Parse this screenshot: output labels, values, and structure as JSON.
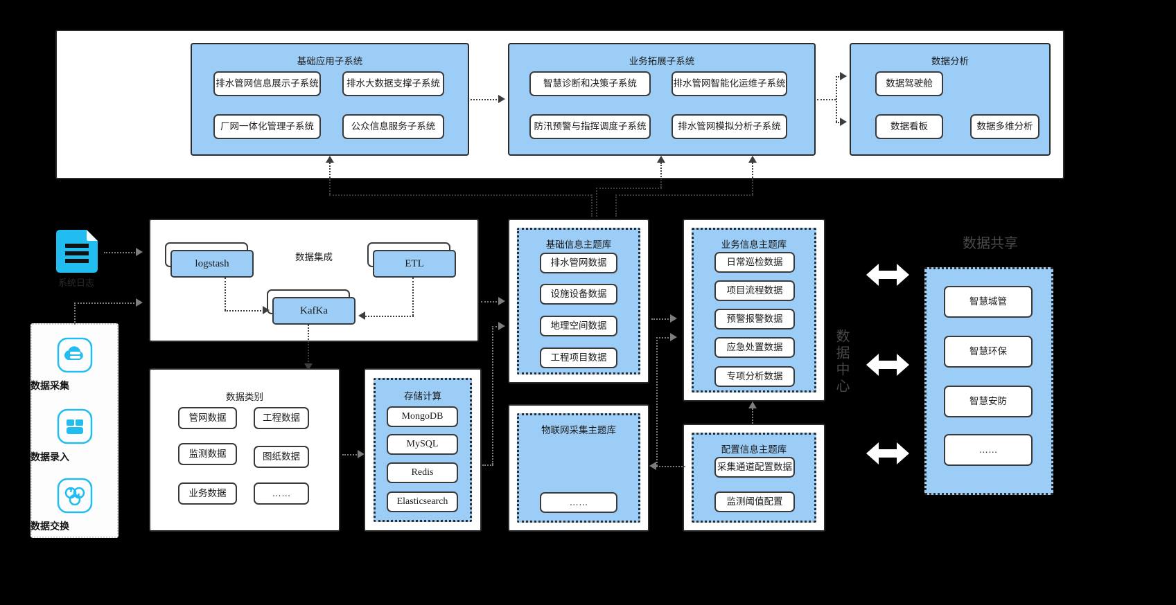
{
  "top_section": {
    "groups": [
      {
        "title": "基础应用子系统",
        "items": [
          "排水管网信息展示子系统",
          "排水大数据支撑子系统",
          "厂网一体化管理子系统",
          "公众信息服务子系统"
        ]
      },
      {
        "title": "业务拓展子系统",
        "items": [
          "智慧诊断和决策子系统",
          "排水管网智能化运维子系统",
          "防汛预警与指挥调度子系统",
          "排水管网模拟分析子系统"
        ]
      },
      {
        "title": "数据分析",
        "items": [
          "数据驾驶舱",
          "数据看板",
          "数据多维分析"
        ]
      }
    ]
  },
  "left_rail": {
    "syslog_label": "系统日志",
    "items": [
      {
        "label": "数据采集",
        "icon": "cloud-database-icon"
      },
      {
        "label": "数据录入",
        "icon": "form-entry-icon"
      },
      {
        "label": "数据交换",
        "icon": "exchange-icon"
      }
    ]
  },
  "data_integration": {
    "title": "数据集成",
    "nodes": [
      "logstash",
      "ETL",
      "KafKa"
    ]
  },
  "data_category": {
    "title": "数据类别",
    "items": [
      "管网数据",
      "工程数据",
      "监测数据",
      "图纸数据",
      "业务数据",
      "……"
    ]
  },
  "storage_compute": {
    "title": "存储计算",
    "items": [
      "MongoDB",
      "MySQL",
      "Redis",
      "Elasticsearch"
    ]
  },
  "theme_libraries": [
    {
      "title": "基础信息主题库",
      "items": [
        "排水管网数据",
        "设施设备数据",
        "地理空间数据",
        "工程项目数据"
      ]
    },
    {
      "title": "业务信息主题库",
      "items": [
        "日常巡检数据",
        "项目流程数据",
        "预警报警数据",
        "应急处置数据",
        "专项分析数据"
      ]
    },
    {
      "title": "物联网采集主题库",
      "items": [
        "……"
      ]
    },
    {
      "title": "配置信息主题库",
      "items": [
        "采集通道配置数据",
        "监测阈值配置"
      ]
    }
  ],
  "data_center": {
    "label": "数据中心"
  },
  "data_share": {
    "title": "数据共享",
    "items": [
      "智慧城管",
      "智慧环保",
      "智慧安防",
      "……"
    ]
  },
  "colors": {
    "blue_fill": "#9ccdf7",
    "icon_cyan": "#22bdf0",
    "stroke": "#2b2b2b",
    "background": "#000000"
  }
}
